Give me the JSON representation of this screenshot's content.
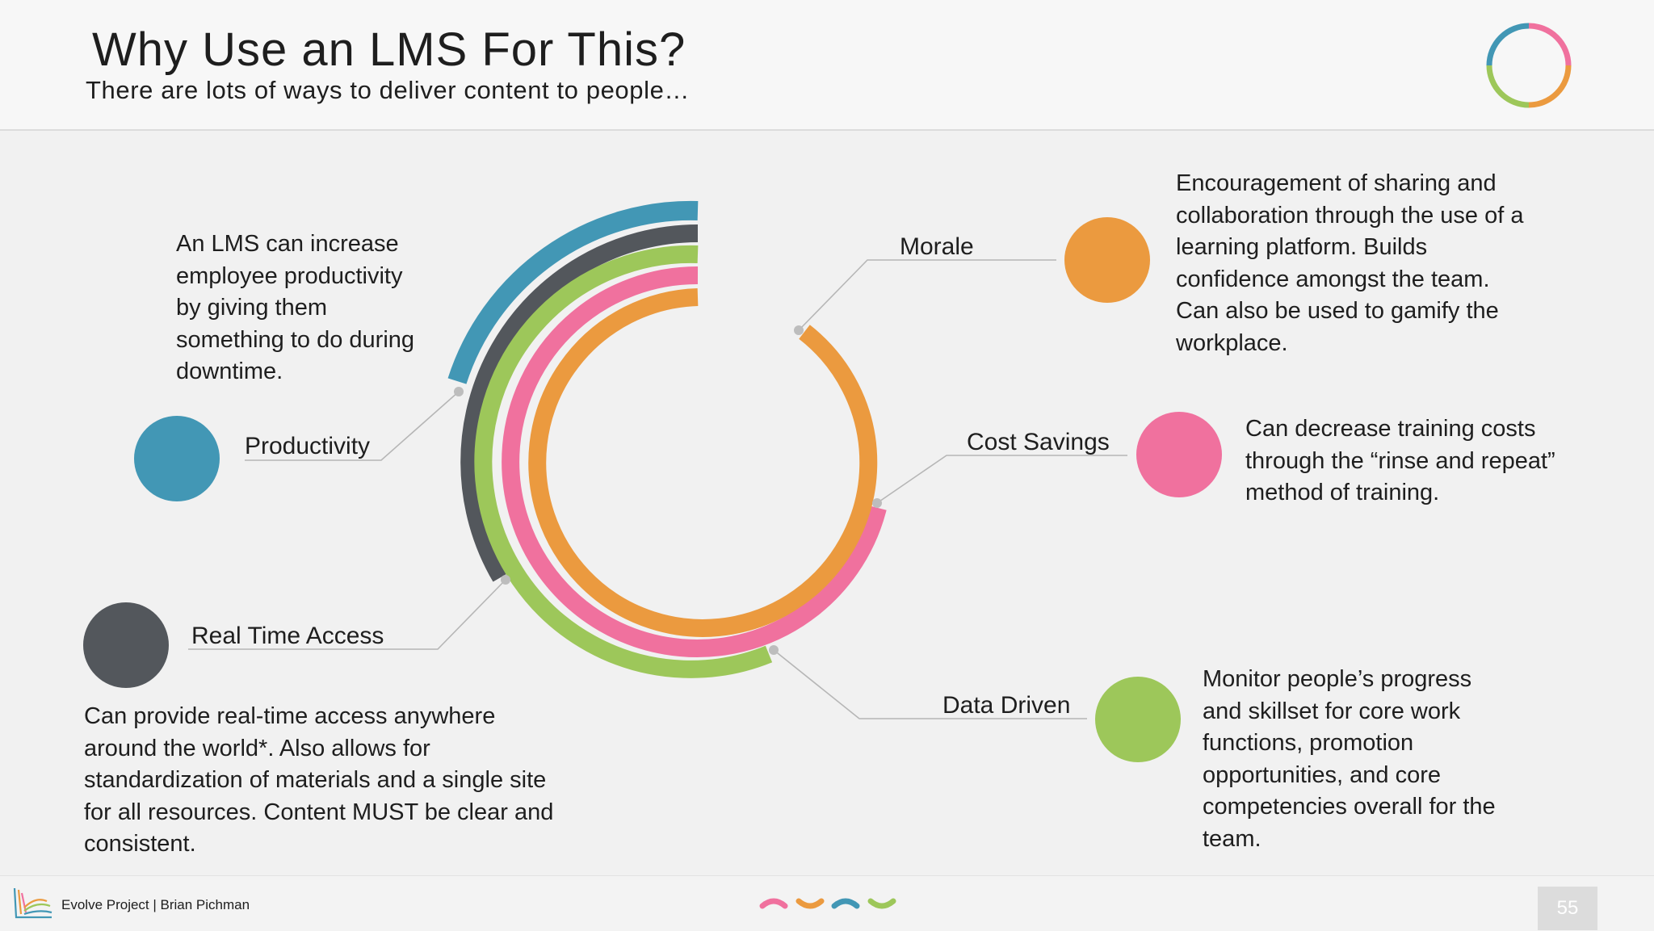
{
  "header": {
    "title": "Why Use an LMS For This?",
    "subtitle": "There are lots of ways to deliver content to people…"
  },
  "colors": {
    "productivity": "#4297b5",
    "real_time_access": "#53575c",
    "data_driven": "#9dc75a",
    "cost_savings": "#f0719e",
    "morale": "#eb9a3f",
    "connector": "#b6b6b6"
  },
  "items": {
    "productivity": {
      "label": "Productivity",
      "description": "An LMS can increase\nemployee productivity\nby giving them\nsomething to do during\ndowntime."
    },
    "real_time_access": {
      "label": "Real Time Access",
      "description": "Can provide real-time access anywhere\naround the world*.  Also allows for\nstandardization of materials and a single site\nfor all resources.  Content MUST be clear and\nconsistent."
    },
    "morale": {
      "label": "Morale",
      "description": "Encouragement of sharing and\ncollaboration through the use of a\nlearning platform. Builds\nconfidence amongst the team.\nCan also be used to gamify the\nworkplace."
    },
    "cost_savings": {
      "label": "Cost Savings",
      "description": "Can decrease training costs\nthrough the “rinse and repeat”\nmethod of training."
    },
    "data_driven": {
      "label": "Data Driven",
      "description": "Monitor people’s progress\nand skillset for core work\nfunctions, promotion\nopportunities, and core\ncompetencies overall for the\nteam."
    }
  },
  "footer": {
    "credit": "Evolve Project | Brian Pichman",
    "page_number": "55"
  }
}
